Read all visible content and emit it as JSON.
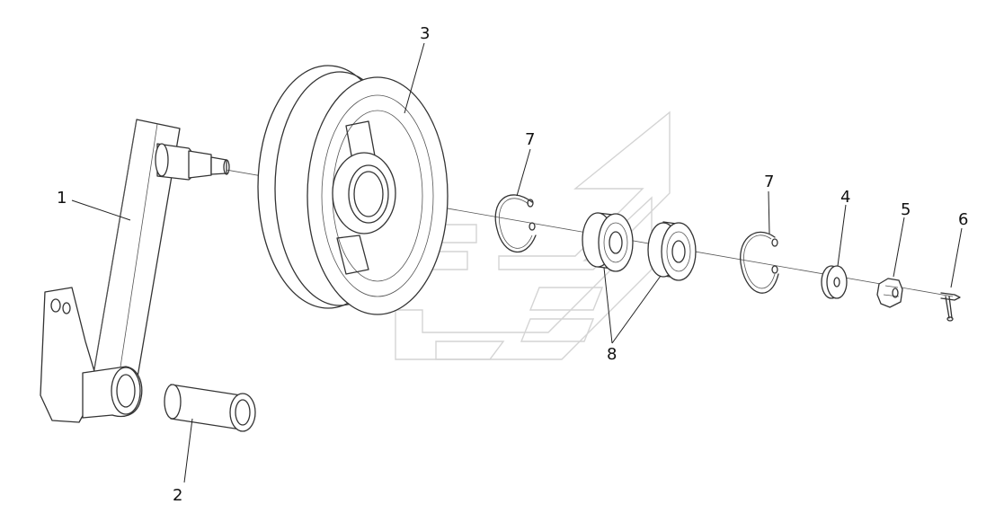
{
  "callouts": [
    {
      "id": "1",
      "label": "1",
      "part": "crank-arm"
    },
    {
      "id": "2",
      "label": "2",
      "part": "bushing"
    },
    {
      "id": "3",
      "label": "3",
      "part": "pulley"
    },
    {
      "id": "4",
      "label": "4",
      "part": "washer"
    },
    {
      "id": "5",
      "label": "5",
      "part": "castle-nut"
    },
    {
      "id": "6",
      "label": "6",
      "part": "cotter-pin"
    },
    {
      "id": "7a",
      "label": "7",
      "part": "snap-ring-left"
    },
    {
      "id": "7b",
      "label": "7",
      "part": "snap-ring-right"
    },
    {
      "id": "8",
      "label": "8",
      "part": "bearings"
    }
  ],
  "colors": {
    "line": "#333333",
    "watermark": "#d4d4d4",
    "background": "#ffffff"
  }
}
